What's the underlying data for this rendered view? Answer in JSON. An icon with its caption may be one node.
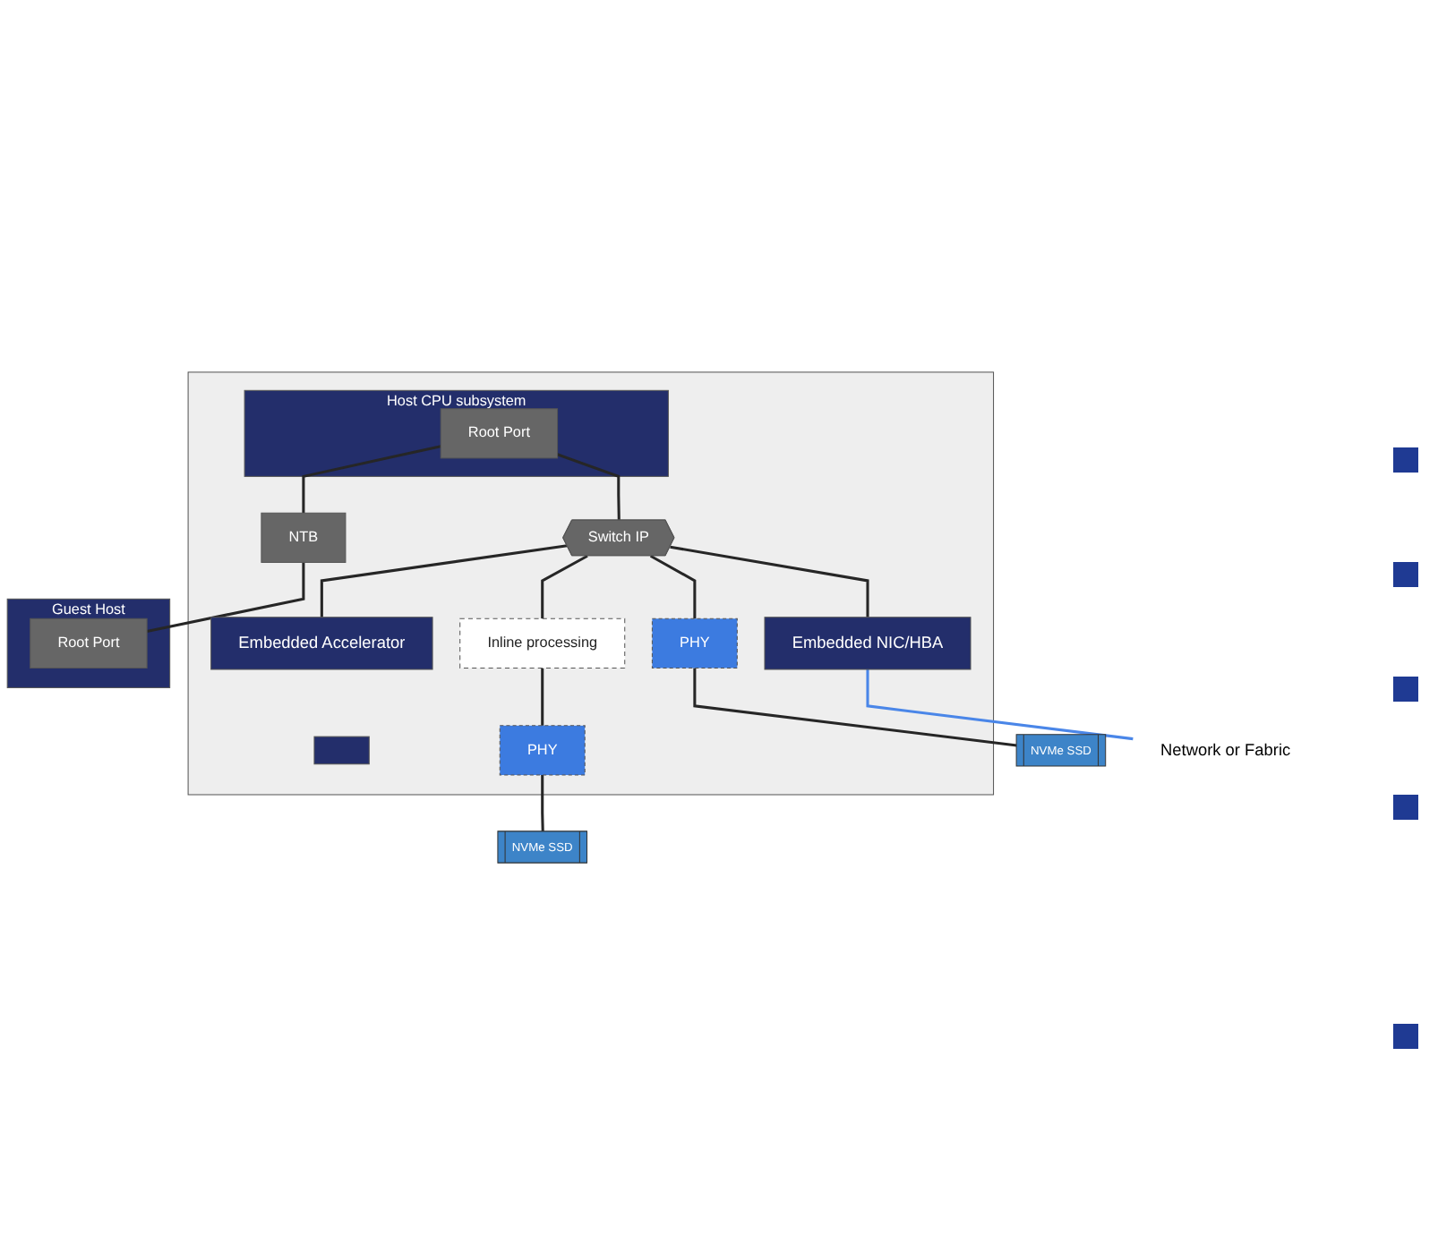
{
  "diagram": {
    "nodes": [
      {
        "text": [],
        "shape": "box"
      },
      {
        "text": [],
        "shape": "box",
        "in": 0
      },
      {
        "text": [
          "Host CPU subsystem"
        ],
        "in": 0
      },
      {
        "text": [
          "Root Port"
        ],
        "in": 2
      },
      {
        "text": [
          "NTB"
        ],
        "in": 0
      },
      {
        "text": [
          "Guest Host"
        ]
      },
      {
        "text": [
          "Root Port"
        ],
        "in": 5
      },
      {
        "text": [
          "Switch IP"
        ],
        "in": 0
      },
      {
        "text": [
          "Embedded Accelerator"
        ],
        "in": 0
      },
      {
        "text": [
          "Inline processing"
        ],
        "in": 0
      },
      {
        "text": [
          "Embedded NIC/HBA"
        ],
        "in": 0
      },
      {
        "text": [
          "PHY"
        ],
        "in": 0
      },
      {
        "text": [
          "PHY"
        ],
        "in": 0
      },
      {
        "text": [
          "NVMe SSD"
        ]
      },
      {
        "text": [
          "NVMe SSD"
        ]
      },
      {
        "text": [
          "Network or Fabric"
        ]
      }
    ],
    "edges": [
      {
        "from": 3,
        "to": 4,
        "arrow": "none"
      },
      {
        "from": 4,
        "to": 6,
        "arrow": "none"
      },
      {
        "from": 3,
        "to": 7,
        "arrow": "none"
      },
      {
        "from": 7,
        "to": 8,
        "arrow": "none"
      },
      {
        "from": 7,
        "to": 10,
        "arrow": "none"
      },
      {
        "from": 7,
        "to": 11,
        "arrow": "none"
      },
      {
        "from": 7,
        "to": 9,
        "arrow": "none"
      },
      {
        "from": 9,
        "to": 12,
        "arrow": "none"
      },
      {
        "from": 11,
        "to": 13,
        "arrow": "none"
      },
      {
        "from": 12,
        "to": 14,
        "arrow": "none"
      },
      {
        "from": 10,
        "to": 15,
        "arrow": "none",
        "color": "#4a86e8"
      }
    ]
  }
}
